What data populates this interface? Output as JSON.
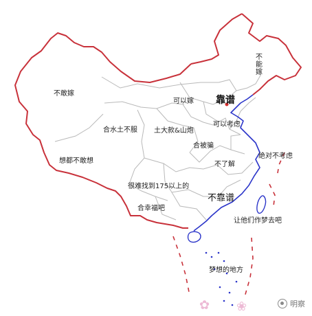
{
  "map": {
    "labels": {
      "xinjiang": "不敢嫁",
      "tibet": "想都不敢想",
      "qinghai": "合水土不服",
      "gansu_inner": "可以嫁",
      "heilongjiang": "不能嫁",
      "beijing": "靠谱",
      "shandong": "可以考虑",
      "sichuan_shaanxi": "土大款&山炮",
      "hubei": "合被骗",
      "jiangxi": "不了解",
      "zhejiang": "绝对不考虑",
      "yunnan_guizhou": "很难找到175以上的",
      "guangdong": "不靠谱",
      "guangxi": "合幸福吧",
      "taiwan": "让他们作梦去吧",
      "south_sea": "梦想的地方"
    },
    "colors": {
      "land_border": "#c8313a",
      "coast": "#2a34c9",
      "province": "#b9b9b9",
      "capital": "#d22c2c"
    }
  },
  "watermark": {
    "text": "明察",
    "icon": "wechat-icon"
  }
}
